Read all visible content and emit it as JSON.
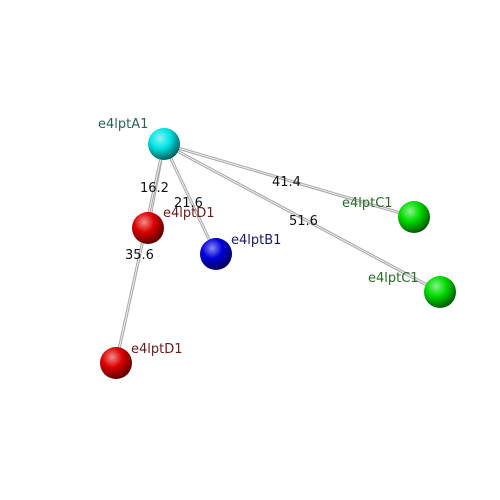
{
  "atoms": [
    {
      "id": "a1",
      "label": "e4lptA1",
      "color": "#00e5e5",
      "label_color": "#2a6060"
    },
    {
      "id": "d1a",
      "label": "e4lptD1",
      "color": "#dd0000",
      "label_color": "#6a1a1a"
    },
    {
      "id": "b1",
      "label": "e4lptB1",
      "color": "#0000dd",
      "label_color": "#1a1a60"
    },
    {
      "id": "c1a",
      "label": "e4lptC1",
      "color": "#00dd00",
      "label_color": "#2a6a2a"
    },
    {
      "id": "c1b",
      "label": "e4lptC1",
      "color": "#00dd00",
      "label_color": "#2a6a2a"
    },
    {
      "id": "d1b",
      "label": "e4lptD1",
      "color": "#dd0000",
      "label_color": "#6a1a1a"
    }
  ],
  "distances": [
    {
      "from": "a1",
      "to": "d1a",
      "value": "16.2"
    },
    {
      "from": "a1",
      "to": "b1",
      "value": "21.6"
    },
    {
      "from": "a1",
      "to": "d1b",
      "value": "35.6"
    },
    {
      "from": "a1",
      "to": "c1a",
      "value": "41.4"
    },
    {
      "from": "a1",
      "to": "c1b",
      "value": "51.6"
    }
  ]
}
